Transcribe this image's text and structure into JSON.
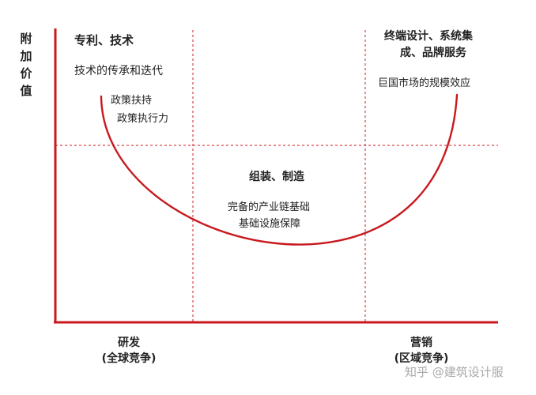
{
  "axis": {
    "y_label": "附加价值",
    "x_left": {
      "line1": "研发",
      "line2": "(全球竞争)"
    },
    "x_right": {
      "line1": "营销",
      "line2": "(区域竞争)"
    }
  },
  "regions": {
    "left": {
      "title": "专利、技术",
      "lines": [
        "技术的传承和迭代",
        "政策扶持",
        "政策执行力"
      ]
    },
    "middle": {
      "title": "组装、制造",
      "lines": [
        "完备的产业链基础",
        "基础设施保障"
      ]
    },
    "right": {
      "title_line1": "终端设计、系统集",
      "title_line2": "成、品牌服务",
      "lines": [
        "巨国市场的规模效应"
      ]
    }
  },
  "watermark": "知乎 @建筑设计服",
  "colors": {
    "curve": "#c8191e",
    "axis": "#c8191e",
    "guides": "#d9434a",
    "text": "#222222"
  }
}
